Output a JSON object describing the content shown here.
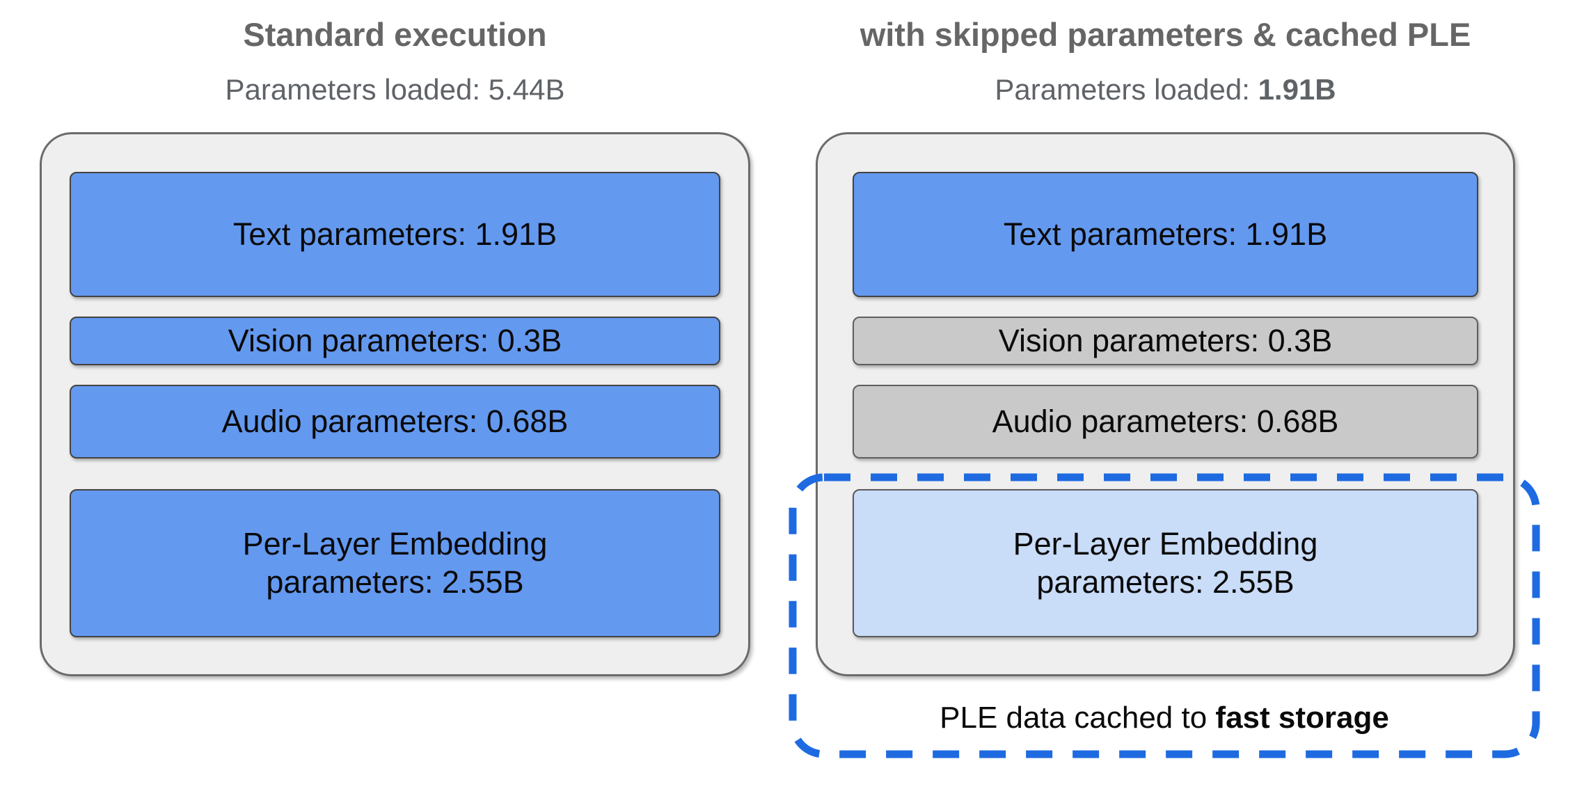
{
  "colors": {
    "title_gray": "#666666",
    "subtitle_gray": "#5f6368",
    "container_fill": "#efefef",
    "container_border": "#6b6b6b",
    "loaded_fill": "#6499f0",
    "loaded_border": "#434343",
    "skipped_fill": "#c9c9c9",
    "cached_fill": "#c9dcf8",
    "dash_blue": "#1e6ae1",
    "box_text": "#0a0a0a"
  },
  "left_panel": {
    "title": "Standard execution",
    "subtitle_label": "Parameters loaded: ",
    "subtitle_value": "5.44B",
    "boxes": [
      {
        "label": "Text parameters: 1.91B",
        "state": "loaded"
      },
      {
        "label": "Vision parameters: 0.3B",
        "state": "loaded"
      },
      {
        "label": "Audio parameters: 0.68B",
        "state": "loaded"
      },
      {
        "label": "Per-Layer Embedding parameters: 2.55B",
        "state": "loaded"
      }
    ]
  },
  "right_panel": {
    "title": "with skipped parameters & cached PLE",
    "subtitle_label": "Parameters loaded: ",
    "subtitle_value": "1.91B",
    "boxes": [
      {
        "label": "Text parameters: 1.91B",
        "state": "loaded"
      },
      {
        "label": "Vision parameters: 0.3B",
        "state": "skipped"
      },
      {
        "label": "Audio parameters: 0.68B",
        "state": "skipped"
      },
      {
        "label": "Per-Layer Embedding parameters: 2.55B",
        "state": "cached"
      }
    ],
    "cache_caption_prefix": "PLE data cached to ",
    "cache_caption_bold": "fast storage"
  }
}
